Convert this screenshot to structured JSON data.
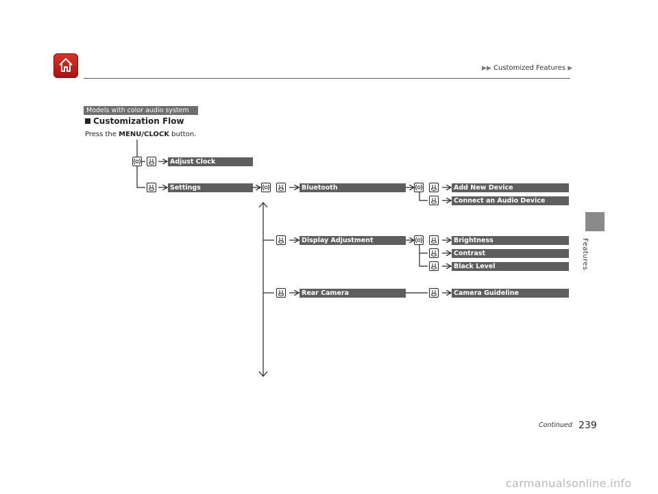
{
  "header": {
    "breadcrumb": "Customized Features"
  },
  "side": {
    "label": "Features"
  },
  "section": {
    "model_tag": "Models with color audio system",
    "title": "Customization Flow",
    "instruction_prefix": "Press the",
    "instruction_button": "MENU/CLOCK",
    "instruction_suffix": "button."
  },
  "flow": {
    "adjust_clock": "Adjust Clock",
    "settings": "Settings",
    "bluetooth": "Bluetooth",
    "add_new_device": "Add New Device",
    "connect_audio_device": "Connect an Audio Device",
    "display_adjustment": "Display Adjustment",
    "brightness": "Brightness",
    "contrast": "Contrast",
    "black_level": "Black Level",
    "rear_camera": "Rear Camera",
    "camera_guideline": "Camera Guideline"
  },
  "footer": {
    "continued": "Continued",
    "page_number": "239",
    "watermark": "carmanualsonline.info"
  },
  "icons": {
    "home": "home-icon",
    "dial": "dial-knob-icon",
    "press": "press-knob-icon"
  },
  "colors": {
    "home_button": "#c0241c",
    "label_bar": "#5e5e5e",
    "side_tab": "#8a8a8a"
  }
}
